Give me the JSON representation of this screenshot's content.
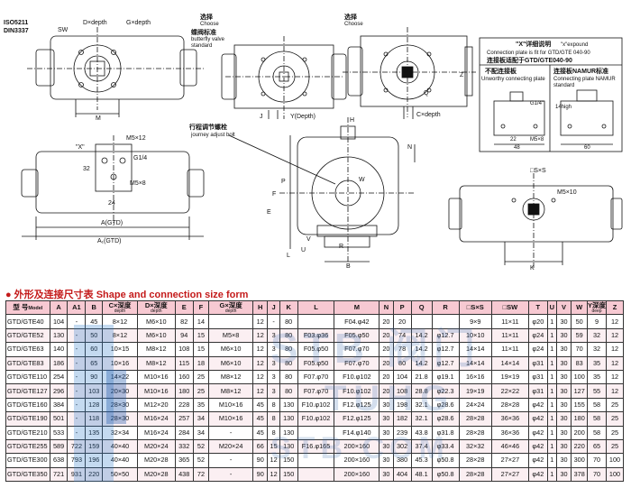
{
  "drawing": {
    "iso_label": "ISO5211",
    "din_label": "DIN3337",
    "top_left": {
      "sw": "SW",
      "d_depth": "D×depth",
      "g_depth": "G×depth",
      "m": "M"
    },
    "top_middle": {
      "choose_cn": "选择",
      "choose_en": "Choose",
      "butterfly_cn": "蝶阀标准",
      "butterfly_en1": "butterfly valve",
      "butterfly_en2": "standard",
      "j": "J",
      "y_depth": "Y(Depth)"
    },
    "top_right": {
      "choose_cn": "选择",
      "choose_en": "Choose",
      "z": "Z",
      "q": "Q",
      "c_depth": "C×depth"
    },
    "x_box": {
      "title_cn": "\"X\"详细说明",
      "title_en": "\"x\"expound",
      "note": "Connection plate is  fit for GTD/GTE 040-90",
      "sub_title": "连接板适配于GTD/GTE040-90",
      "left_cn": "不配连接板",
      "left_en": "Unworthy  connecting plate",
      "right_cn": "连接板NAMUR标准",
      "right_en1": "Connecting plate NAMUR",
      "right_en2": "standard",
      "g14": "G1/4\"",
      "d22": "22",
      "d48": "48",
      "m5": "M5×8",
      "high": "14high",
      "d60": "60"
    },
    "left_mid": {
      "x_label": "\"X\"",
      "m5x12": "M5×12",
      "g14": "G1/4",
      "d32": "32",
      "m5x8": "M5×8",
      "d24": "24",
      "a_gtd": "A(GTD)",
      "a1_gtd": "A₁(GTD)"
    },
    "center": {
      "adjust_cn": "行程调节螺栓",
      "adjust_en": "journey adjust bolt",
      "h": "H",
      "n": "N",
      "w": "W",
      "b": "B",
      "p": "P",
      "f": "F",
      "e": "E",
      "v": "V",
      "u": "U",
      "r": "R",
      "l": "L"
    },
    "right_mid": {
      "sxs": "□S×S",
      "m5x10": "M5×10",
      "k": "K"
    }
  },
  "section_title": "外形及连接尺寸表 Shape and connection size form",
  "table": {
    "model_cn": "型 号",
    "model_en": "Model",
    "columns": [
      "A",
      "A1",
      "B",
      "C×深度",
      "D×深度",
      "E",
      "F",
      "G×深度",
      "H",
      "J",
      "K",
      "L",
      "M",
      "N",
      "P",
      "Q",
      "R",
      "□S×S",
      "□SW",
      "T",
      "U",
      "V",
      "W",
      "Y深度",
      "Z"
    ],
    "sub_labels": {
      "c": "depth",
      "d": "depth",
      "g": "depth",
      "y": "deep"
    },
    "rows": [
      [
        "GTD/GTE40",
        "104",
        "-",
        "45",
        "8×12",
        "M6×10",
        "82",
        "14",
        "",
        "12",
        "-",
        "80",
        "",
        "F04.φ42",
        "20",
        "20",
        "",
        "",
        "9×9",
        "11×11",
        "φ20",
        "1",
        "30",
        "50",
        "9",
        "12"
      ],
      [
        "GTD/GTE52",
        "130",
        "-",
        "50",
        "8×12",
        "M6×10",
        "94",
        "15",
        "M5×8",
        "12",
        "3",
        "80",
        "F03.φ36",
        "F05.φ50",
        "20",
        "74",
        "14.2",
        "φ12.7",
        "10×10",
        "11×11",
        "φ24",
        "1",
        "30",
        "59",
        "32",
        "12"
      ],
      [
        "GTD/GTE63",
        "140",
        "-",
        "60",
        "10×15",
        "M8×12",
        "108",
        "15",
        "M6×10",
        "12",
        "3",
        "80",
        "F05.φ50",
        "F07.φ70",
        "20",
        "78",
        "14.2",
        "φ12.7",
        "14×14",
        "11×11",
        "φ24",
        "1",
        "30",
        "70",
        "32",
        "12"
      ],
      [
        "GTD/GTE83",
        "186",
        "-",
        "65",
        "10×16",
        "M8×12",
        "115",
        "18",
        "M6×10",
        "12",
        "3",
        "80",
        "F05.φ50",
        "F07.φ70",
        "20",
        "80",
        "14.2",
        "φ12.7",
        "14×14",
        "14×14",
        "φ31",
        "1",
        "30",
        "83",
        "35",
        "12"
      ],
      [
        "GTD/GTE110",
        "254",
        "-",
        "90",
        "14×22",
        "M10×16",
        "160",
        "25",
        "M8×12",
        "12",
        "3",
        "80",
        "F07.φ70",
        "F10.φ102",
        "20",
        "104",
        "21.8",
        "φ19.1",
        "16×16",
        "19×19",
        "φ31",
        "1",
        "30",
        "100",
        "35",
        "12"
      ],
      [
        "GTD/GTE127",
        "296",
        "-",
        "103",
        "20×30",
        "M10×16",
        "180",
        "25",
        "M8×12",
        "12",
        "3",
        "80",
        "F07.φ70",
        "F10.φ102",
        "20",
        "108",
        "28.8",
        "φ22.3",
        "19×19",
        "22×22",
        "φ31",
        "1",
        "30",
        "127",
        "55",
        "12"
      ],
      [
        "GTD/GTE160",
        "384",
        "-",
        "128",
        "28×30",
        "M12×20",
        "228",
        "35",
        "M10×16",
        "45",
        "8",
        "130",
        "F10.φ102",
        "F12.φ125",
        "30",
        "198",
        "32.1",
        "φ28.6",
        "24×24",
        "28×28",
        "φ42",
        "1",
        "30",
        "155",
        "58",
        "25"
      ],
      [
        "GTD/GTE190",
        "501",
        "-",
        "118",
        "28×30",
        "M16×24",
        "257",
        "34",
        "M10×16",
        "45",
        "8",
        "130",
        "F10.φ102",
        "F12.φ125",
        "30",
        "182",
        "32.1",
        "φ28.6",
        "28×28",
        "36×36",
        "φ42",
        "1",
        "30",
        "180",
        "58",
        "25"
      ],
      [
        "GTD/GTE210",
        "533",
        "-",
        "135",
        "32×34",
        "M16×24",
        "284",
        "34",
        "-",
        "45",
        "8",
        "130",
        "",
        "F14.φ140",
        "30",
        "239",
        "43.8",
        "φ31.8",
        "28×28",
        "36×36",
        "φ42",
        "1",
        "30",
        "200",
        "58",
        "25"
      ],
      [
        "GTD/GTE255",
        "589",
        "722",
        "159",
        "40×40",
        "M20×24",
        "332",
        "52",
        "M20×24",
        "66",
        "15",
        "130",
        "F16.φ165",
        "200×160",
        "30",
        "302",
        "37.4",
        "φ33.4",
        "32×32",
        "46×46",
        "φ42",
        "1",
        "30",
        "220",
        "65",
        "25"
      ],
      [
        "GTD/GTE300",
        "638",
        "793",
        "196",
        "40×40",
        "M20×28",
        "365",
        "52",
        "-",
        "90",
        "12",
        "150",
        "",
        "200×160",
        "30",
        "380",
        "45.3",
        "φ50.8",
        "28×28",
        "27×27",
        "φ42",
        "1",
        "30",
        "300",
        "70",
        "100"
      ],
      [
        "GTD/GTE350",
        "721",
        "931",
        "220",
        "50×50",
        "M20×28",
        "438",
        "72",
        "-",
        "90",
        "12",
        "150",
        "",
        "200×160",
        "30",
        "404",
        "48.1",
        "φ50.8",
        "28×28",
        "27×27",
        "φ42",
        "1",
        "30",
        "378",
        "70",
        "100"
      ]
    ]
  },
  "watermark": {
    "line1": "STB 阀门",
    "line2": "TUHG",
    "line3": "STB COM"
  },
  "colors": {
    "header_bg": "#f7c9d2",
    "title_red": "#c41a1a",
    "watermark_blue": "#2a7ac8"
  }
}
